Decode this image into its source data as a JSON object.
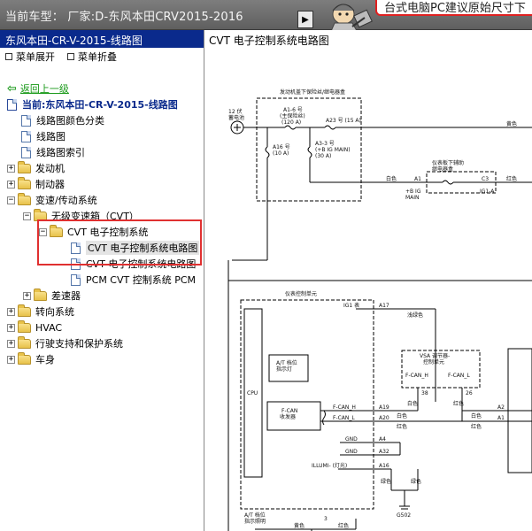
{
  "topbar": {
    "current_model": "当前车型：  厂家:D-东风本田CRV2015-2016",
    "toggle_glyph": "▶",
    "banner_text": "台式电脑PC建议原始尺寸下"
  },
  "sidebar": {
    "title": "东风本田-CR-V-2015-线路图",
    "expand_all": "菜单展开",
    "collapse_all": "菜单折叠",
    "back_link": "返回上一级",
    "current_label": "当前:东风本田-CR-V-2015-线路图",
    "items": [
      {
        "label": "线路图颜色分类"
      },
      {
        "label": "线路图"
      },
      {
        "label": "线路图索引"
      },
      {
        "label": "发动机"
      },
      {
        "label": "制动器"
      },
      {
        "label": "变速/传动系统"
      },
      {
        "label": "无级变速箱（CVT）"
      },
      {
        "label": "CVT 电子控制系统"
      },
      {
        "label": "CVT 电子控制系统电路图"
      },
      {
        "label": "CVT 电子控制系统电路图"
      },
      {
        "label": "PCM CVT 控制系统 PCM"
      },
      {
        "label": "差速器"
      },
      {
        "label": "转向系统"
      },
      {
        "label": "HVAC"
      },
      {
        "label": "行驶支持和保护系统"
      },
      {
        "label": "车身"
      }
    ]
  },
  "main": {
    "title": "CVT 电子控制系统电路图",
    "diagram": {
      "underhood_box": "发动机盖下保险丝/继电器盒",
      "battery": "12 伏\n蓄电池",
      "f1": "A1-6 号\n(主保险丝)\n(120 A)",
      "f2": "A23 号 (15 A)",
      "f3": "A16 号\n(10 A)",
      "f4": "A3-3 号\n(+B IG MAIN)\n(30 A)",
      "dash_box": "仪表板下辅助\n继电器盒",
      "c_a1": "A1",
      "c_c3": "C3",
      "ig_main": "+B IG\nMAIN",
      "ig1a": "IG1-A",
      "w_yellow1": "黄色",
      "w_white1": "白色",
      "w_red1": "红色",
      "meter_unit": "仪表控制单元",
      "ig1_table": "IG1 表",
      "p_a17": "A17",
      "w_lightgreen": "浅绿色",
      "cpu": "CPU",
      "at_indicator": "A/T 档位\n指示灯",
      "fcan": "F-CAN\n收发器",
      "fcan_h": "F-CAN_H",
      "fcan_l": "F-CAN_L",
      "p_a19": "A19",
      "p_a20": "A20",
      "gnd": "GND",
      "p_a4": "A4",
      "p_a32": "A32",
      "illumi": "ILLUMI- (灯光)",
      "p_a16": "A16",
      "vsa": "VSA 调节器-\n控制单元",
      "vsa_h": "F-CAN_H",
      "vsa_l": "F-CAN_L",
      "p_38": "38",
      "p_26": "26",
      "w_white2": "白色",
      "w_red2": "红色",
      "w_white3": "白色",
      "w_red3": "红色",
      "p_a2": "A2",
      "p_a1b": "A1",
      "w_green1": "绿色",
      "w_green2": "绿色",
      "g502": "G502",
      "at_indicator2": "A/T 档位\n指示照明",
      "w_yellow2": "黄色",
      "w_red4": "红色",
      "p_3": "3"
    }
  }
}
